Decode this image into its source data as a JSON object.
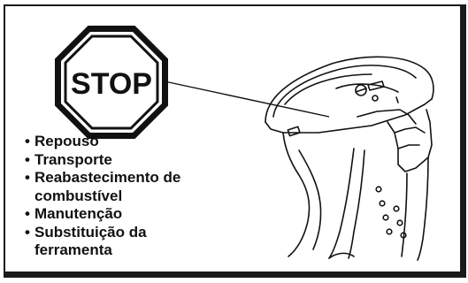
{
  "stop_sign": {
    "label": "STOP"
  },
  "instructions": {
    "items": [
      {
        "bullet": "•",
        "lines": [
          "Repouso"
        ]
      },
      {
        "bullet": "•",
        "lines": [
          "Transporte"
        ]
      },
      {
        "bullet": "•",
        "lines": [
          "Reabastecimento de",
          "combustível"
        ]
      },
      {
        "bullet": "•",
        "lines": [
          "Manutenção"
        ]
      },
      {
        "bullet": "•",
        "lines": [
          "Substituição da",
          "ferramenta"
        ]
      }
    ]
  },
  "colors": {
    "ink": "#111111",
    "frame": "#1a1a1a",
    "background": "#ffffff"
  },
  "icons": {
    "stop_sign": "octagon-stop-sign",
    "tool_illustration": "power-tool-handle-with-switch"
  }
}
